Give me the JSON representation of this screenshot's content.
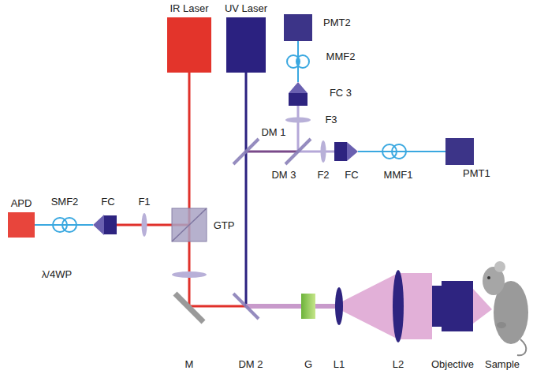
{
  "diagram": {
    "nodes": [
      {
        "text": [
          "IR Laser"
        ]
      },
      {
        "text": [
          "UV Laser"
        ]
      },
      {
        "text": [
          "PMT2"
        ]
      },
      {
        "text": [
          "APD"
        ]
      },
      {
        "text": [
          "PMT1"
        ]
      }
    ],
    "labels": [
      "MMF2",
      "FC 3",
      "F3",
      "SMF2",
      "FC",
      "F1",
      "GTP",
      "DM 1",
      "DM 3",
      "F2",
      "FC",
      "MMF1",
      "λ/4WP",
      "M",
      "DM 2",
      "G",
      "L1",
      "L2",
      "Objective",
      "Sample"
    ]
  }
}
